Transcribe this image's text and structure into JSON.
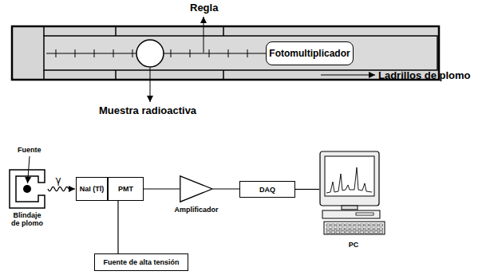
{
  "diagram": {
    "nodes": [
      {
        "text": [
          "Fotomultiplicador"
        ]
      },
      {
        "text": [
          "Blindaje de plomo"
        ]
      },
      {
        "text": [
          "NaI (Tl)"
        ]
      },
      {
        "text": [
          "PMT"
        ]
      },
      {
        "text": [
          "Amplificador"
        ]
      },
      {
        "text": [
          "DAQ"
        ]
      },
      {
        "text": [
          "PC"
        ]
      },
      {
        "text": [
          "Fuente de alta tensión"
        ]
      }
    ],
    "edges": [
      {
        "from": 1,
        "to": 2,
        "arrow": "to",
        "label": "γ"
      },
      {
        "from": 3,
        "to": 4,
        "arrow": "none"
      },
      {
        "from": 4,
        "to": 5,
        "arrow": "none"
      },
      {
        "from": 5,
        "to": 6,
        "arrow": "none"
      },
      {
        "from": 3,
        "to": 7,
        "arrow": "none"
      }
    ],
    "labels": [
      "Regla",
      "Muestra radioactiva",
      "Ladrillos de plomo",
      "Fuente"
    ]
  }
}
